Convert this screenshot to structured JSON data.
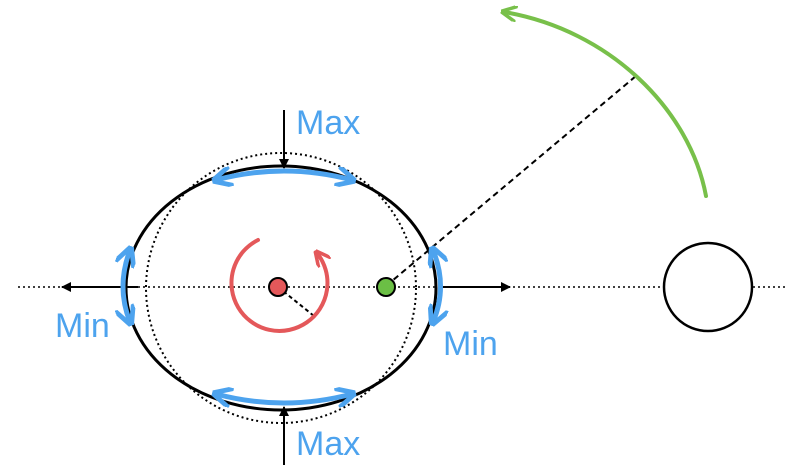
{
  "labels": {
    "max_top": "Max",
    "max_bottom": "Max",
    "min_left": "Min",
    "min_right": "Min"
  },
  "colors": {
    "stress": "#4da3ee",
    "rotation": "#e4585a",
    "orbit": "#78c04a",
    "center_dot": "#e4585a",
    "tidal_dot": "#6bbf45",
    "line": "#000000",
    "background": "#ffffff"
  }
}
